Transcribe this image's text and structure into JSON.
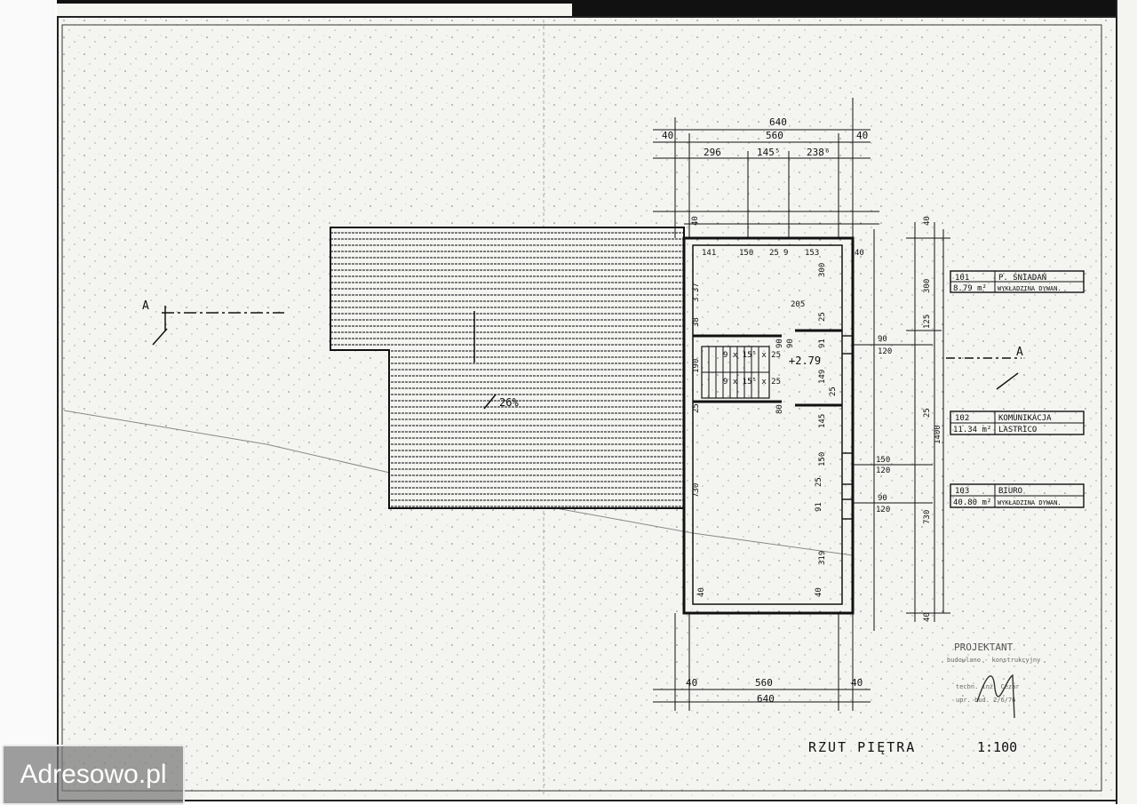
{
  "sheet": {
    "title": "RZUT PIĘTRA",
    "scale": "1:100",
    "roof_slope": "26%",
    "level": "+2.79",
    "section_mark": "A",
    "stair_a": "9 x 15⁵ x 25",
    "stair_b": "9 x 15⁵ x 25"
  },
  "rooms": [
    {
      "number": "101",
      "name": "P. ŚNIADAŃ",
      "area": "8.79 m²",
      "finish": "WYKŁADZINA DYWAN."
    },
    {
      "number": "102",
      "name": "KOMUNIKACJA",
      "area": "11.34 m²",
      "finish": "LASTRICO"
    },
    {
      "number": "103",
      "name": "BIURO",
      "area": "40.80 m²",
      "finish": "WYKŁADZINA DYWAN."
    }
  ],
  "dims": {
    "top_total": "640",
    "top_inner": "560",
    "top_left": "40",
    "top_right": "40",
    "seg1": "296",
    "seg2": "145⁵",
    "seg3": "238⁶",
    "row_141": "141",
    "row_150": "150",
    "row_25": "25",
    "row_9": "9",
    "row_153": "153",
    "row_40r": "40",
    "left_40": "40",
    "left_337": "3.37",
    "left_38": "38",
    "left_190": "190",
    "left_25": "25",
    "left_730": "730",
    "inner_300": "300",
    "inner_205": "205",
    "inner_25a": "25",
    "inner_91": "91",
    "inner_149": "149",
    "inner_25b": "25",
    "inner_145": "145",
    "inner_150": "150",
    "inner_25c": "25",
    "inner_91b": "91",
    "inner_319": "319",
    "inner_40l": "40",
    "inner_40r": "40",
    "door_90": "90",
    "door_80": "80",
    "door_90b": "90",
    "win_90_120a": "90",
    "win_120a": "120",
    "win_150": "150",
    "win_120b": "120",
    "win_90": "90",
    "win_120c": "120",
    "right_40": "40",
    "right_300": "300",
    "right_125": "125",
    "right_1400": "1400",
    "right_25": "25",
    "right_730": "730",
    "right_40b": "40",
    "bottom_40l": "40",
    "bottom_560": "560",
    "bottom_40r": "40",
    "bottom_640": "640"
  },
  "stamp": {
    "title": "PROJEKTANT",
    "line1": "budowlano - konstrukcyjny",
    "line2": "techn. inż. Cezar",
    "line3": "upr. bud. 2/6/76"
  },
  "watermark": {
    "text": "Adresowo.pl"
  }
}
